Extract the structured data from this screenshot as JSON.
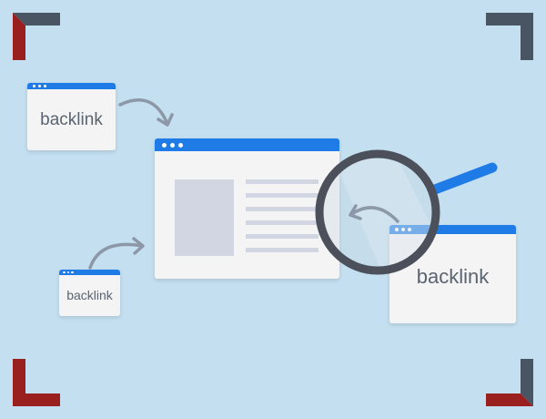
{
  "windows": {
    "top_label": "backlink",
    "small_label": "backlink",
    "right_label": "backlink"
  },
  "icons": [
    "corner-bracket-icon",
    "arrow-icon",
    "magnifier-icon"
  ],
  "colors": {
    "background": "#c3dff0",
    "titlebar": "#1f7be6",
    "window": "#f4f4f5",
    "placeholder": "#d2d6e2",
    "corner_dark": "#4a5564",
    "corner_red": "#9a1f1f",
    "magnifier_ring": "#4b505a",
    "arrow": "#8c98a8"
  }
}
